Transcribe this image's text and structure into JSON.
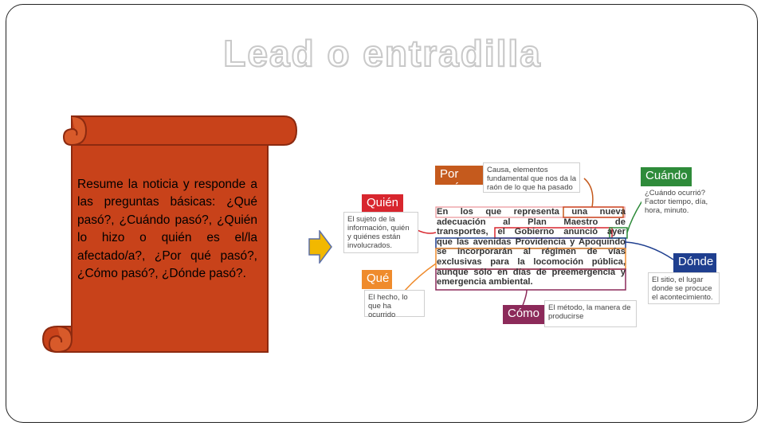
{
  "slide": {
    "title": "Lead o entradilla",
    "scroll_text": "Resume la noticia y responde a las preguntas básicas: ¿Qué pasó?, ¿Cuándo pasó?, ¿Quién lo hizo o quién es el/la afectado/a?, ¿Por qué pasó?, ¿Cómo pasó?, ¿Dónde pasó?."
  },
  "diagram": {
    "labels": {
      "porque": "Por qué",
      "quien": "Quién",
      "que": "Qué",
      "como": "Cómo",
      "cuando": "Cuándo",
      "donde": "Dónde"
    },
    "notes": {
      "porque": "Causa, elementos fundamental que nos da la raón de lo que ha pasado",
      "quien": "El sujeto de la información, quién y quiénes están involucrados.",
      "que": "El hecho, lo que ha ocurrido",
      "como": "El método, la manera de producirse",
      "cuando": "¿Cuándo ocurrió? Factor tiempo, día, hora, minuto.",
      "donde": "El sitio, el lugar donde se procuce el acontecimiento."
    },
    "news_lines": [
      "En los que representa una nueva",
      "adecuación al Plan Maestro de",
      "transportes, el Gobierno anunció ayer",
      "que las avenidas Providencia y Apoquindo",
      "se incorporarán al régimen de vías",
      "exclusivas para la locomoción pública,",
      "aunque sólo en días de preemergencia y",
      "emergencia ambiental."
    ]
  },
  "colors": {
    "scroll_fill": "#c8421a",
    "arrow_fill": "#f2b800",
    "porque": "#c55a1d",
    "quien": "#d8262e",
    "que": "#ef8b2c",
    "como": "#8c2a5a",
    "cuando": "#2e8b3a",
    "donde": "#1f3f8f"
  }
}
